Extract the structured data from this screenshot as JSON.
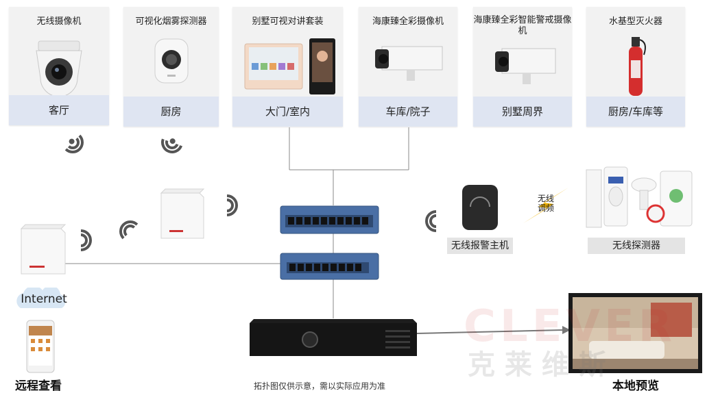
{
  "cards": [
    {
      "title": "无线摄像机",
      "location": "客厅"
    },
    {
      "title": "可视化烟雾探测器",
      "location": "厨房"
    },
    {
      "title": "别墅可视对讲套装",
      "location": "大门/室内"
    },
    {
      "title": "海康臻全彩摄像机",
      "location": "车库/院子"
    },
    {
      "title": "海康臻全彩智能警戒摄像机",
      "location": "别墅周界"
    },
    {
      "title": "水基型灭火器",
      "location": "厨房/车库等"
    }
  ],
  "alarm_host_label": "无线报警主机",
  "wireless_badge": "无线\n调频",
  "detectors_label": "无线探测器",
  "internet_label": "Internet",
  "remote_view_label": "远程查看",
  "local_view_label": "本地预览",
  "footnote": "拓扑图仅供示意，需以实际应用为准",
  "watermark": {
    "latin": "CLEVER",
    "chinese": "克 莱 维 斯"
  }
}
